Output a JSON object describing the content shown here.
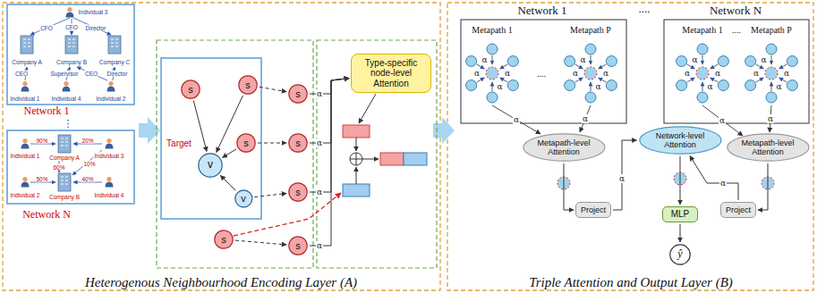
{
  "diagram": {
    "nodes": [
      {
        "text": [
          "s"
        ]
      },
      {
        "text": [
          "s"
        ]
      },
      {
        "text": [
          "v"
        ]
      },
      {
        "text": [
          "s"
        ]
      },
      {
        "text": [
          "v"
        ]
      },
      {
        "text": [
          "s"
        ]
      },
      {
        "text": [
          "s"
        ]
      },
      {
        "text": [
          "s"
        ]
      },
      {
        "text": [
          "s"
        ]
      },
      {
        "text": [
          "s"
        ]
      },
      {
        "text": [
          "Type-specific node-level Attention"
        ]
      },
      {
        "text": [
          "Metapath-level Attention"
        ]
      },
      {
        "text": [
          "Network-level Attention"
        ]
      },
      {
        "text": [
          "Metapath-level Attention"
        ]
      },
      {
        "text": [
          "Project"
        ]
      },
      {
        "text": [
          "Project"
        ]
      },
      {
        "text": [
          "MLP"
        ]
      },
      {
        "text": [
          "ŷ"
        ]
      }
    ],
    "edges": [
      {
        "from": 0,
        "to": 2,
        "arrow": "to"
      },
      {
        "from": 1,
        "to": 2,
        "arrow": "to"
      },
      {
        "from": 3,
        "to": 2,
        "arrow": "to"
      },
      {
        "from": 4,
        "to": 2,
        "arrow": "to"
      },
      {
        "from": 1,
        "to": 6,
        "arrow": "to"
      },
      {
        "from": 3,
        "to": 7,
        "arrow": "to"
      },
      {
        "from": 4,
        "to": 8,
        "arrow": "to"
      },
      {
        "from": 5,
        "to": 9,
        "arrow": "to"
      },
      {
        "from": 6,
        "to": 10,
        "arrow": "to",
        "label": "α"
      },
      {
        "from": 7,
        "to": 10,
        "arrow": "to",
        "label": "α"
      },
      {
        "from": 8,
        "to": 10,
        "arrow": "to",
        "label": "α"
      },
      {
        "from": 9,
        "to": 10,
        "arrow": "to",
        "label": "α"
      },
      {
        "from": 11,
        "to": 14,
        "arrow": "to"
      },
      {
        "from": 13,
        "to": 15,
        "arrow": "to"
      },
      {
        "from": 14,
        "to": 12,
        "arrow": "to",
        "label": "α"
      },
      {
        "from": 15,
        "to": 12,
        "arrow": "to",
        "label": "α"
      },
      {
        "from": 12,
        "to": 16,
        "arrow": "to"
      },
      {
        "from": 16,
        "to": 17,
        "arrow": "to"
      }
    ],
    "labels": [
      "Individual 3",
      "CFO",
      "CFO",
      "Director",
      "Company A",
      "Company B",
      "Company C",
      "CEO",
      "Supervisor",
      "CEO",
      "Director",
      "Individual 1",
      "Individual 4",
      "Individual 2",
      "Network 1",
      "⋮",
      "Individual 1",
      "90%",
      "Company A",
      "20%",
      "Individual 3",
      "60%",
      "10%",
      "Individual 2",
      "50%",
      "Company B",
      "40%",
      "Individual 4",
      "Network N",
      "Target",
      "Heterogenous Neighbourhood Encoding Layer (A)",
      "Network 1",
      "....",
      "Network N",
      "Metapath 1",
      "....",
      "Metapath P",
      "Metapath 1",
      "....",
      "Metapath P",
      "α",
      "α",
      "α",
      "α",
      "α",
      "α",
      "α",
      "α",
      "α",
      "α",
      "α",
      "α",
      "α",
      "α",
      "α",
      "α",
      "α",
      "α",
      "α",
      "α",
      "Triple Attention and Output Layer (B)"
    ]
  }
}
